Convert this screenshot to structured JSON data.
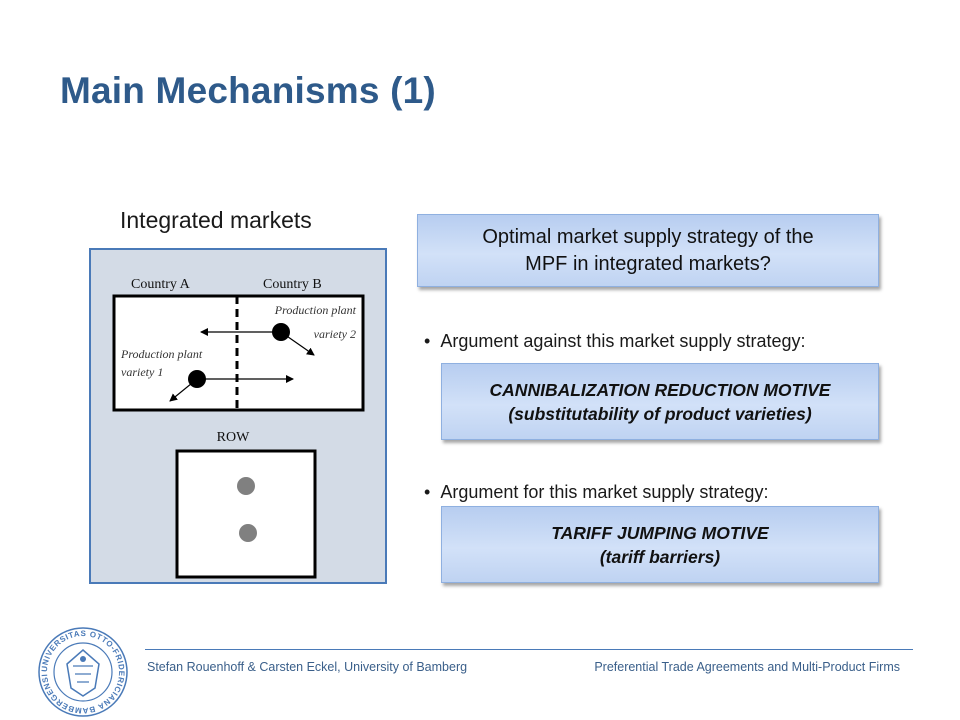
{
  "slide": {
    "title": "Main Mechanisms (1)",
    "subheading": "Integrated markets"
  },
  "diagram": {
    "country_a": "Country A",
    "country_b": "Country B",
    "plant_2_line1": "Production plant",
    "plant_2_line2": "variety 2",
    "plant_1_line1": "Production plant",
    "plant_1_line2": "variety 1",
    "row_label": "ROW"
  },
  "callouts": {
    "question_line1": "Optimal market supply strategy of the",
    "question_line2": "MPF in integrated markets?",
    "bullet_against": "Argument against this market supply strategy:",
    "motive1_line1": "CANNIBALIZATION REDUCTION MOTIVE",
    "motive1_line2": "(substitutability of product varieties)",
    "bullet_for": "Argument for this market supply strategy:",
    "motive2_line1": "TARIFF JUMPING MOTIVE",
    "motive2_line2": "(tariff barriers)"
  },
  "footer": {
    "left": "Stefan Rouenhoff & Carsten Eckel, University of Bamberg",
    "right": "Preferential Trade Agreements and Multi-Product Firms",
    "seal_text": "UNIVERSITAS OTTO-FRIDERICIANA BAMBERGENSIS"
  },
  "colors": {
    "title": "#2e5a8a",
    "panel_fill": "#d3dbe6",
    "panel_border": "#4a7ab8",
    "callout_fill": "#c6d8f4"
  }
}
